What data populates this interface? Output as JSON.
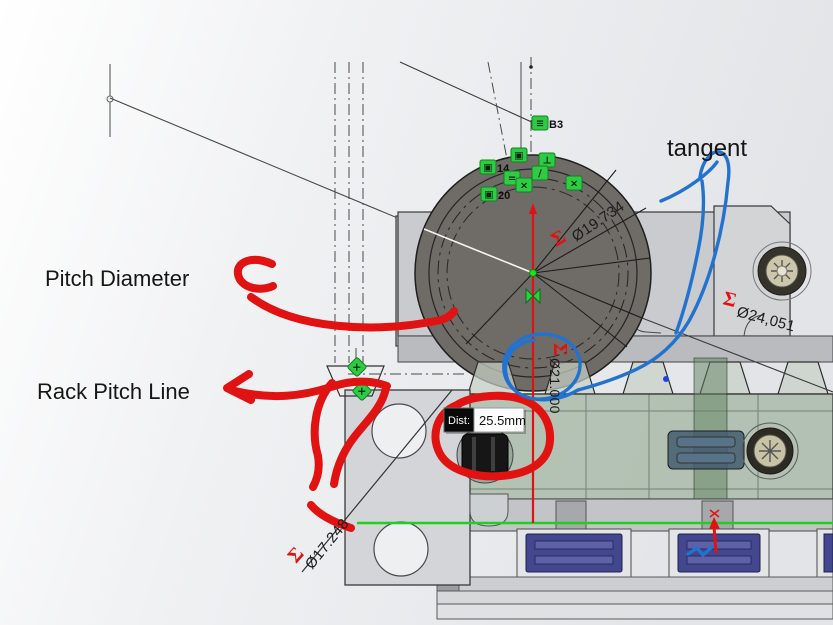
{
  "labels": {
    "pitch_diameter": "Pitch Diameter",
    "rack_pitch_line": "Rack Pitch Line",
    "tangent": "tangent"
  },
  "dimensions": {
    "sigma": "Σ",
    "pinion_pitch_diameter": "Ø19.734",
    "housing_bore_diameter": "Ø24,051",
    "root_diameter": "Ø17.248",
    "outer_diameter": "Ø21.000"
  },
  "tooltip": {
    "label": "Dist:",
    "value": "25.5mm"
  },
  "sketch_labels": {
    "b3": "B3",
    "relation_14": "14",
    "relation_20": "20"
  },
  "icon_glyphs": {
    "stack": "≡",
    "box": "▣",
    "perpendicular": "⊥",
    "parallel": "∕",
    "equal": "=",
    "cross": "×"
  },
  "colors": {
    "annotation_red": "#e01212",
    "annotation_blue": "#2273cf",
    "centerline_red": "#e01111",
    "pitch_line_green": "#21cf21",
    "relation_green": "#2ecc44",
    "gear_gray": "#6f6b66"
  }
}
